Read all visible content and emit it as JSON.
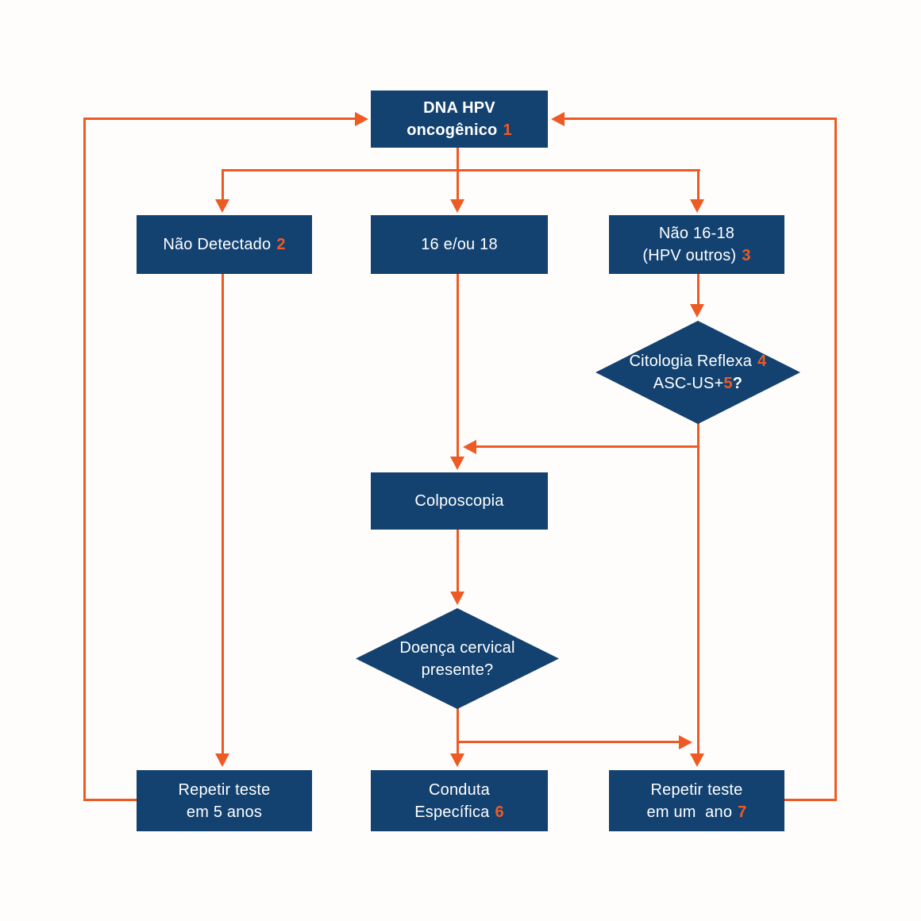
{
  "colors": {
    "navy": "#134270",
    "orange": "#ee5a24",
    "bg": "#fefdfb",
    "node_text": "#ffffff"
  },
  "nodes": {
    "dna_hpv": {
      "line1": "DNA HPV",
      "line2": "oncogênico",
      "num": "1"
    },
    "nao_detectado": {
      "label": "Não Detectado",
      "num": "2"
    },
    "hpv_16_18": {
      "label": "16 e/ou 18"
    },
    "nao_16_18": {
      "line1": "Não 16-18",
      "line2": "(HPV outros)",
      "num": "3"
    },
    "citologia_reflexa": {
      "line1": "Citologia Reflexa",
      "num1": "4",
      "line2": "ASC-US+",
      "num2": "5",
      "question_mark": "?"
    },
    "colposcopia": {
      "label": "Colposcopia"
    },
    "doenca_cervical": {
      "line1": "Doença cervical",
      "line2": "presente?"
    },
    "repetir_5_anos": {
      "line1": "Repetir teste",
      "line2": "em 5 anos"
    },
    "conduta_especifica": {
      "line1": "Conduta",
      "line2": "Específica",
      "num": "6"
    },
    "repetir_1_ano": {
      "line1": "Repetir teste",
      "line2": "em um  ano",
      "num": "7"
    }
  }
}
